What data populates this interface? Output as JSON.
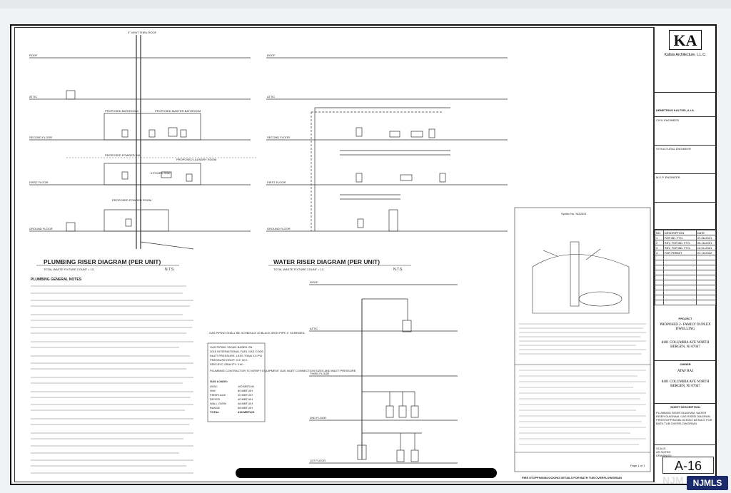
{
  "plumbing": {
    "floors": [
      "ROOF",
      "ATTIC",
      "SECOND FLOOR",
      "FIRST FLOOR",
      "GROUND FLOOR"
    ],
    "title": "PLUMBING RISER DIAGRAM (PER UNIT)",
    "subtitle": "TOTAL WASTE FIXTURE COUNT = 13",
    "scale": "N.T.S.",
    "notes_title": "PLUMBING GENERAL NOTES",
    "vent_label": "3\" VENT THRU ROOF",
    "fixtures": [
      "PROPOSED BATHROOM",
      "PROPOSED MASTER BATHROOM",
      "PROPOSED POWDER RM",
      "PROPOSED LAUNDRY ROOM",
      "KITCHEN SINK",
      "PROPOSED POWDER ROOM"
    ]
  },
  "water": {
    "floors": [
      "ROOF",
      "ATTIC",
      "SECOND FLOOR",
      "FIRST FLOOR",
      "GROUND FLOOR"
    ],
    "title": "WATER RISER DIAGRAM (PER UNIT)",
    "subtitle": "TOTAL WASTE FIXTURE COUNT = 13",
    "scale": "N.T.S."
  },
  "gas": {
    "floors": [
      "ROOF",
      "ATTIC",
      "THIRD FLOOR",
      "2ND FLOOR",
      "1ST FLOOR"
    ],
    "piping_note": "GAS PIPING SHALL BE SCHEDULE 40 BLACK IRON PIPE 1\" SCREWED",
    "sizing_lines": [
      "GAS PIPING SIZING BASED ON",
      "2018 INTERNATIONAL FUEL GAS CODE",
      "INLET PRESSURE: LESS THAN 2.0 PSI",
      "PRESSURE DROP: 0.5\" W.C.",
      "SPECIFIC GRAVITY: 0.60"
    ],
    "contractor_note": "PLUMBING CONTRACTOR TO VERIFY EQUIPMENT GAS INLET CONNECTION SIZES AND INLET PRESSURE",
    "loads_title": "GAS LOADS:",
    "loads": [
      {
        "name": "HVAC",
        "value": "100 MBTU/H"
      },
      {
        "name": "H/W",
        "value": "80 MBTU/H"
      },
      {
        "name": "FIREPLACE",
        "value": "40 MBTU/H"
      },
      {
        "name": "DRYER",
        "value": "40 MBTU/H"
      },
      {
        "name": "WALL OVEN",
        "value": "48 MBTU/H"
      },
      {
        "name": "RANGE",
        "value": "68 MBTU/H"
      },
      {
        "name": "TOTAL",
        "value": "418 MBTU/H"
      }
    ]
  },
  "detail": {
    "header": "Systec No. NG2813",
    "caption": "FIRE STOPPING/BLOCKING DETAILS FOR BATH TUB OVERFLOW/DRAIN",
    "page": "Page 1 of 1"
  },
  "titleblock": {
    "logo": "KA",
    "firm": "Kaltsis Architecture, L.L.C.",
    "architect": "DEMETRIOS KALTSIS, A.I.A.",
    "civil": "CIVIL ENGINEER",
    "structural": "STRUCTURAL ENGINEER",
    "mep": "M.E.P. ENGINEER",
    "rev_headers": [
      "NO.",
      "DESCRIPTION",
      "DATE"
    ],
    "revisions": [
      {
        "no": "1",
        "desc": "FOR BD. FTG.",
        "date": "07-06-2021"
      },
      {
        "no": "2",
        "desc": "REV. FOR BD. FTG.",
        "date": "09-15-2021"
      },
      {
        "no": "3",
        "desc": "REV. FOR BD. FTG.",
        "date": "12-01-2021"
      },
      {
        "no": "4",
        "desc": "FOR PERMIT",
        "date": "07-13-2022"
      }
    ],
    "project_label": "PROJECT",
    "project_name": "PROPOSED 2- FAMILY DUPLEX DWELLING",
    "project_address": "8401 COLUMBIA AVE NORTH BERGEN, NJ 07047",
    "owner_label": "OWNER",
    "owner_name": "ATAF RAJ",
    "owner_address": "8401 COLUMBIA AVE NORTH BERGEN, NJ 07047",
    "sheet_desc_label": "SHEET DESCRIPTION",
    "sheet_desc": "PLUMBING RISER DIAGRAM, WATER RISER DIAGRAM, GAS RISER DIAGRAM, FIRESTOPPING/BLOCKING DETAILS FOR BATH TUB OVERFLOW/DRAIN",
    "scale_label": "SCALE:",
    "scale_value": "AS NOTED",
    "drawn_label": "DRAWN BY:",
    "sheet_no": "A-16"
  },
  "watermark": {
    "badge": "NJMLS",
    "logo": "NJM"
  }
}
